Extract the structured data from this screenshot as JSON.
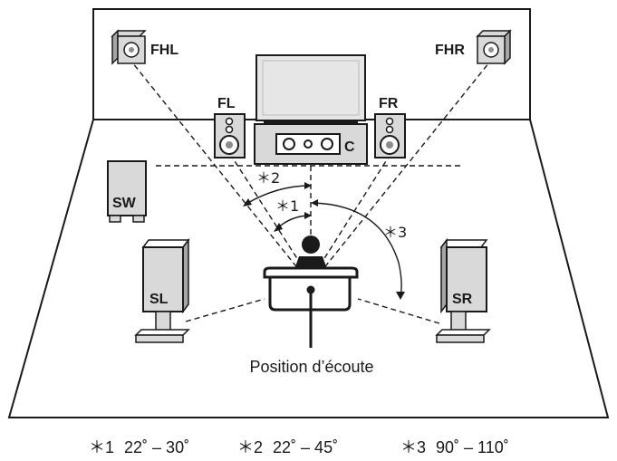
{
  "speakers": {
    "fhl": "FHL",
    "fhr": "FHR",
    "fl": "FL",
    "fr": "FR",
    "c": "C",
    "sw": "SW",
    "sl": "SL",
    "sr": "SR"
  },
  "listening_position": "Position d’écoute",
  "angle_markers": {
    "m1": "＊1",
    "m2": "＊2",
    "m3": "＊3"
  },
  "footnotes": [
    {
      "marker": "＊1",
      "range": "22˚ – 30˚"
    },
    {
      "marker": "＊2",
      "range": "22˚ – 45˚"
    },
    {
      "marker": "＊3",
      "range": "90˚ – 110˚"
    }
  ],
  "colors": {
    "line": "#1a1a1a",
    "speaker_fill": "#d9d9d9",
    "speaker_dark": "#8c8c8c",
    "screen_fill": "#e6e6e6",
    "background": "#ffffff"
  }
}
